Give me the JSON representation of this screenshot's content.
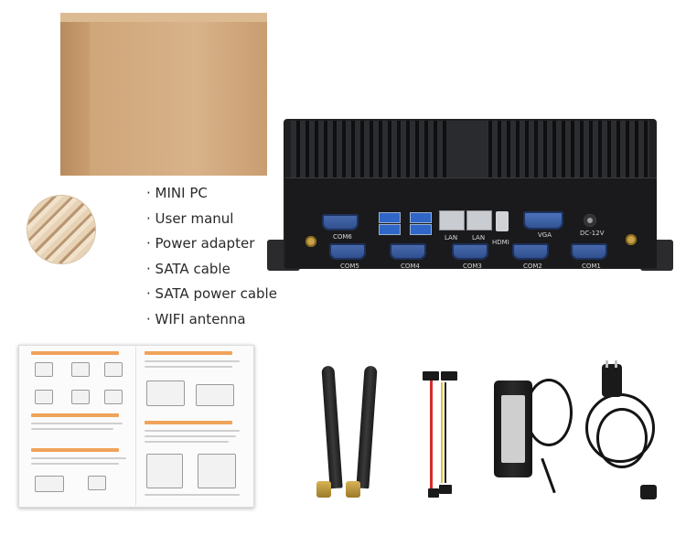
{
  "features": [
    "· MINI PC",
    "· User manul",
    "· Power adapter",
    "· SATA cable",
    "· SATA power cable",
    "· WIFI antenna"
  ],
  "pc_ports": {
    "com6": "COM6",
    "com5": "COM5",
    "com4": "COM4",
    "com3": "COM3",
    "com2": "COM2",
    "com1": "COM1",
    "lan1": "LAN",
    "lan2": "LAN",
    "hdmi": "HDMI",
    "vga": "VGA",
    "dc": "DC-12V"
  },
  "colors": {
    "box": "#c89c6e",
    "pc_body": "#202022",
    "port_blue": "#2f4f8f",
    "manual_accent": "#f0a35a"
  }
}
